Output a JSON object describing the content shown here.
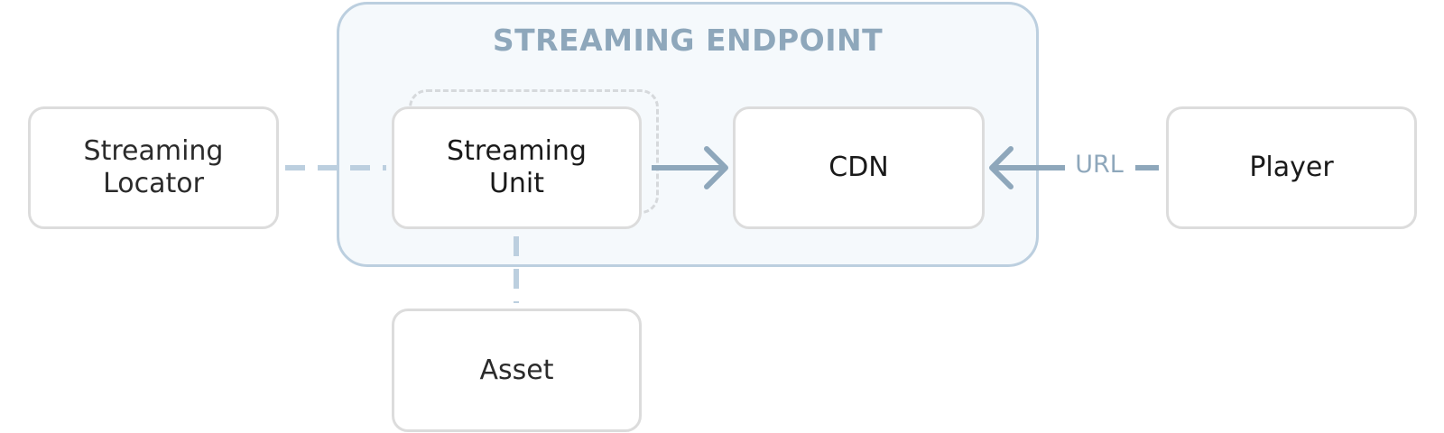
{
  "diagram": {
    "endpoint": {
      "title": "STREAMING ENDPOINT"
    },
    "nodes": {
      "locator": {
        "line1": "Streaming",
        "line2": "Locator"
      },
      "unit": {
        "line1": "Streaming",
        "line2": "Unit"
      },
      "cdn": {
        "label": "CDN"
      },
      "player": {
        "label": "Player"
      },
      "asset": {
        "label": "Asset"
      }
    },
    "edges": {
      "player_to_cdn_label": "URL"
    }
  }
}
